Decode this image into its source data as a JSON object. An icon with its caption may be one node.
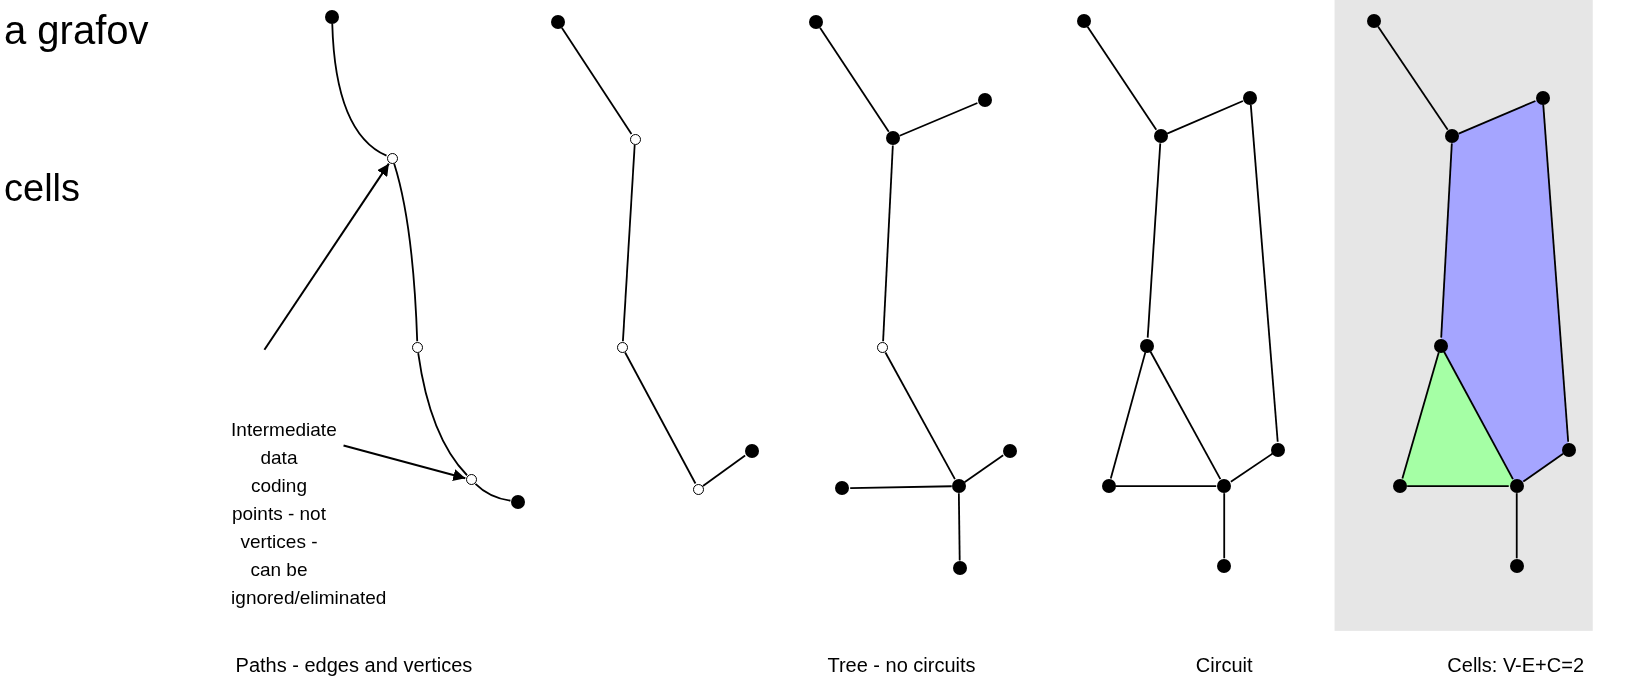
{
  "diagram": {
    "nodes": [
      {
        "text": [],
        "shape": "circle"
      },
      {
        "text": [],
        "shape": "circle"
      },
      {
        "text": [],
        "shape": "circle"
      },
      {
        "text": [],
        "shape": "circle"
      },
      {
        "text": [],
        "shape": "circle"
      },
      {
        "text": [
          "Intermediate data coding points - not vertices - can be ignored/eliminated"
        ]
      },
      {
        "text": [],
        "shape": "circle"
      },
      {
        "text": [],
        "shape": "circle"
      },
      {
        "text": [],
        "shape": "circle"
      },
      {
        "text": [],
        "shape": "circle"
      },
      {
        "text": [],
        "shape": "circle"
      },
      {
        "text": [],
        "shape": "circle"
      },
      {
        "text": [],
        "shape": "circle"
      },
      {
        "text": [],
        "shape": "circle"
      },
      {
        "text": [],
        "shape": "circle"
      },
      {
        "text": [],
        "shape": "circle"
      },
      {
        "text": [],
        "shape": "circle"
      },
      {
        "text": [],
        "shape": "circle"
      },
      {
        "text": [],
        "shape": "circle"
      },
      {
        "text": [],
        "shape": "circle"
      },
      {
        "text": [],
        "shape": "circle"
      },
      {
        "text": [],
        "shape": "circle"
      },
      {
        "text": [],
        "shape": "circle"
      },
      {
        "text": [],
        "shape": "circle"
      },
      {
        "text": [],
        "shape": "circle"
      },
      {
        "text": [],
        "shape": "circle"
      },
      {
        "text": [],
        "shape": "circle"
      },
      {
        "text": [],
        "shape": "circle"
      },
      {
        "text": [],
        "shape": "circle"
      },
      {
        "text": [],
        "shape": "circle"
      },
      {
        "text": [],
        "shape": "circle"
      },
      {
        "text": [],
        "shape": "circle"
      },
      {
        "text": [],
        "shape": "circle"
      },
      {
        "text": [],
        "shape": "circle"
      },
      {
        "text": [],
        "shape": "circle"
      }
    ],
    "edges": [
      {
        "from": 0,
        "to": 1,
        "arrow": "none"
      },
      {
        "from": 1,
        "to": 2,
        "arrow": "none"
      },
      {
        "from": 2,
        "to": 3,
        "arrow": "none"
      },
      {
        "from": 3,
        "to": 4,
        "arrow": "none"
      },
      {
        "from": 5,
        "to": 1,
        "arrow": "to"
      },
      {
        "from": 5,
        "to": 3,
        "arrow": "to"
      },
      {
        "from": 6,
        "to": 7,
        "arrow": "none"
      },
      {
        "from": 7,
        "to": 8,
        "arrow": "none"
      },
      {
        "from": 8,
        "to": 9,
        "arrow": "none"
      },
      {
        "from": 9,
        "to": 10,
        "arrow": "none"
      },
      {
        "from": 11,
        "to": 12,
        "arrow": "none"
      },
      {
        "from": 12,
        "to": 13,
        "arrow": "none"
      },
      {
        "from": 12,
        "to": 14,
        "arrow": "none"
      },
      {
        "from": 14,
        "to": 15,
        "arrow": "none"
      },
      {
        "from": 15,
        "to": 16,
        "arrow": "none"
      },
      {
        "from": 15,
        "to": 17,
        "arrow": "none"
      },
      {
        "from": 15,
        "to": 18,
        "arrow": "none"
      },
      {
        "from": 19,
        "to": 20,
        "arrow": "none"
      },
      {
        "from": 20,
        "to": 21,
        "arrow": "none"
      },
      {
        "from": 20,
        "to": 22,
        "arrow": "none"
      },
      {
        "from": 21,
        "to": 23,
        "arrow": "none"
      },
      {
        "from": 23,
        "to": 24,
        "arrow": "none"
      },
      {
        "from": 22,
        "to": 24,
        "arrow": "none"
      },
      {
        "from": 22,
        "to": 25,
        "arrow": "none"
      },
      {
        "from": 25,
        "to": 24,
        "arrow": "none"
      },
      {
        "from": 24,
        "to": 26,
        "arrow": "none"
      },
      {
        "from": 27,
        "to": 28,
        "arrow": "none"
      },
      {
        "from": 28,
        "to": 29,
        "arrow": "none"
      },
      {
        "from": 28,
        "to": 30,
        "arrow": "none"
      },
      {
        "from": 29,
        "to": 31,
        "arrow": "none"
      },
      {
        "from": 31,
        "to": 32,
        "arrow": "none"
      },
      {
        "from": 30,
        "to": 32,
        "arrow": "none"
      },
      {
        "from": 30,
        "to": 33,
        "arrow": "none"
      },
      {
        "from": 33,
        "to": 32,
        "arrow": "none"
      },
      {
        "from": 32,
        "to": 34,
        "arrow": "none"
      }
    ],
    "labels": [
      "a grafov",
      "cells",
      "Paths - edges and vertices",
      "Tree - no circuits",
      "Circuit",
      "Cells: V-E+C=2"
    ]
  }
}
